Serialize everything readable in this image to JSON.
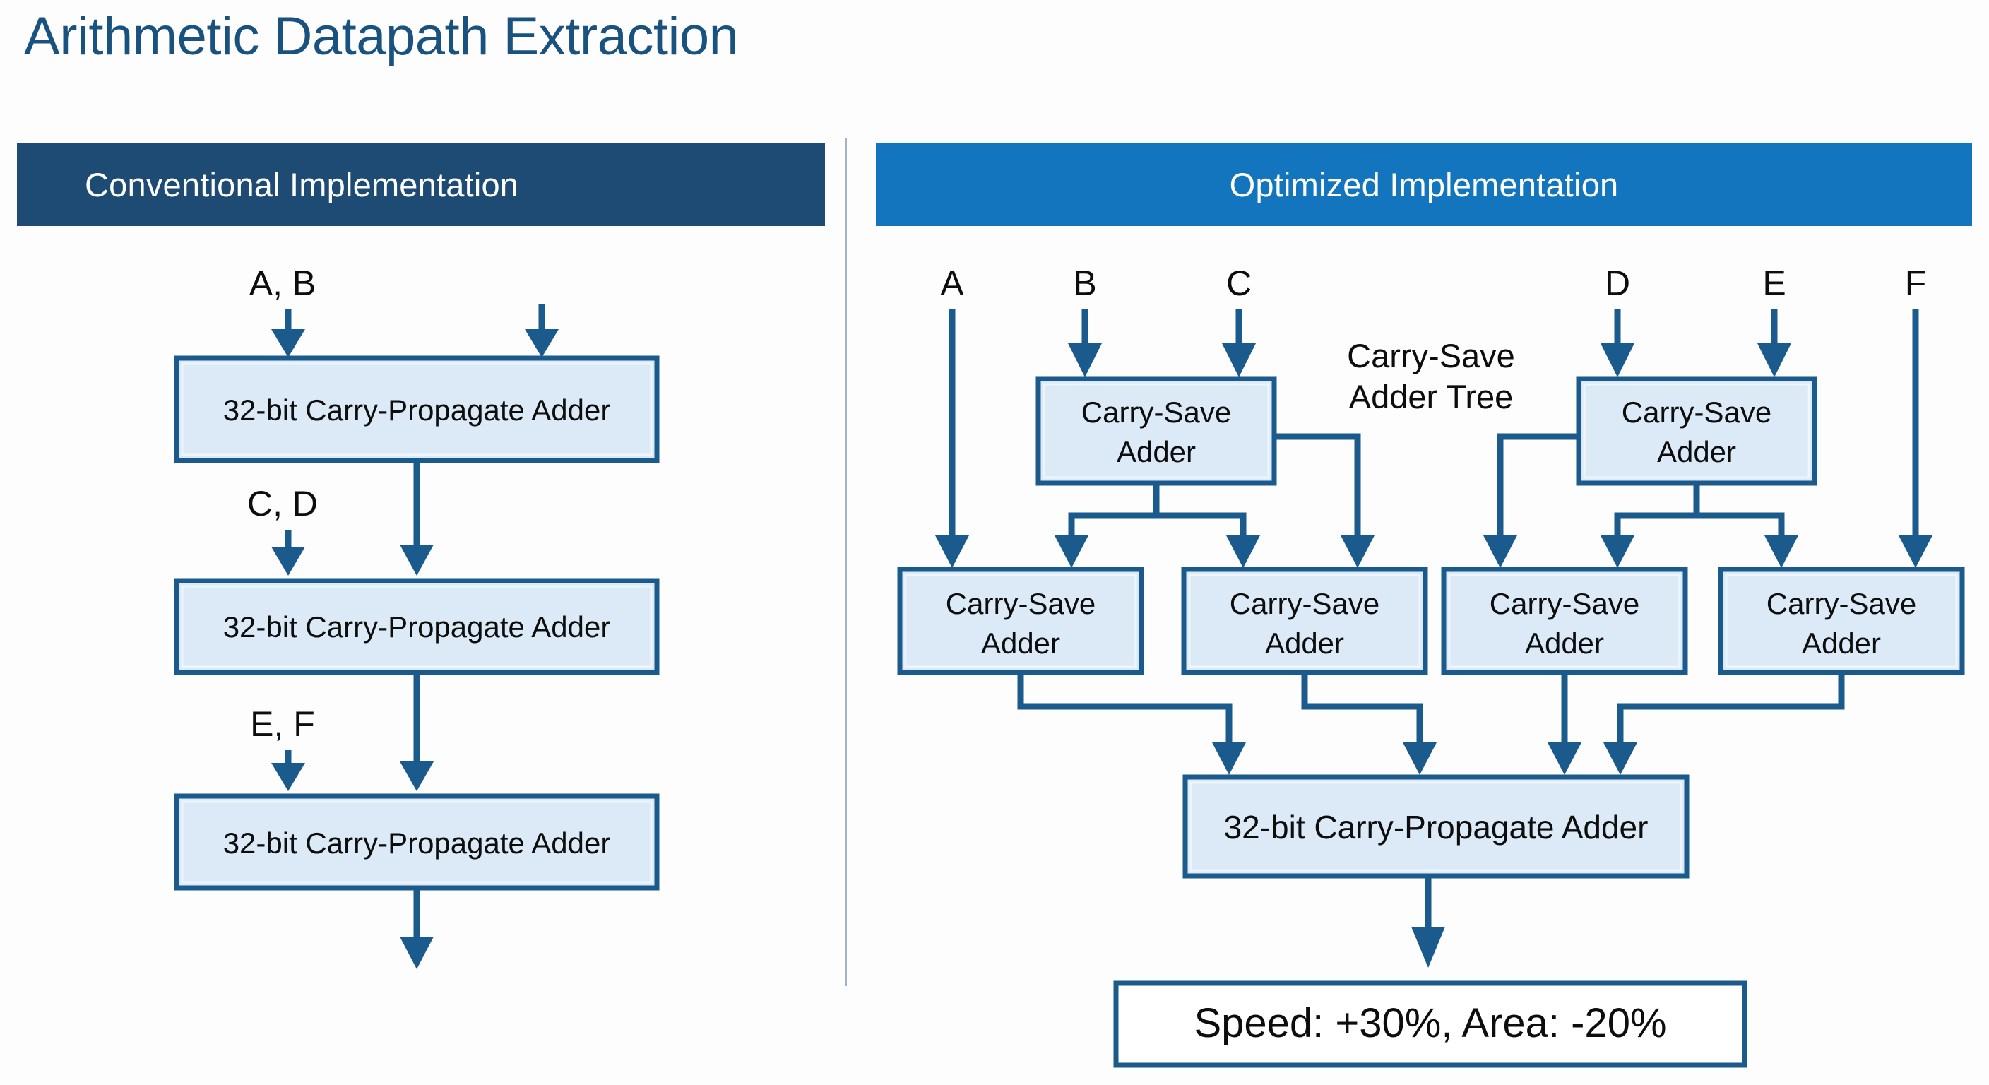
{
  "page": {
    "title": "Arithmetic Datapath Extraction",
    "background_color": "#fdfdfd",
    "title_color": "#19517f"
  },
  "colors": {
    "left_header_bg": "#1d4b74",
    "right_header_bg": "#1275bd",
    "box_fill": "#dbeaf6",
    "box_border": "#1b5a8c",
    "wire": "#1b5a8c",
    "result_fill": "#ffffff",
    "divider": "#9fb4c6",
    "text": "#0d0d0d"
  },
  "panels": {
    "left": {
      "header": "Conventional Implementation",
      "input_labels": [
        "A, B",
        "C, D",
        "E, F"
      ],
      "boxes": [
        {
          "label": "32-bit Carry-Propagate Adder"
        },
        {
          "label": "32-bit Carry-Propagate Adder"
        },
        {
          "label": "32-bit Carry-Propagate Adder"
        }
      ]
    },
    "right": {
      "header": "Optimized Implementation",
      "input_labels": [
        "A",
        "B",
        "C",
        "D",
        "E",
        "F"
      ],
      "tree_annotation_line1": "Carry-Save",
      "tree_annotation_line2": "Adder Tree",
      "csa_row1": [
        {
          "line1": "Carry-Save",
          "line2": "Adder"
        },
        {
          "line1": "Carry-Save",
          "line2": "Adder"
        }
      ],
      "csa_row2": [
        {
          "line1": "Carry-Save",
          "line2": "Adder"
        },
        {
          "line1": "Carry-Save",
          "line2": "Adder"
        },
        {
          "line1": "Carry-Save",
          "line2": "Adder"
        },
        {
          "line1": "Carry-Save",
          "line2": "Adder"
        }
      ],
      "final_adder": {
        "label": "32-bit Carry-Propagate Adder"
      },
      "result": {
        "label": "Speed: +30%, Area: -20%"
      }
    }
  }
}
